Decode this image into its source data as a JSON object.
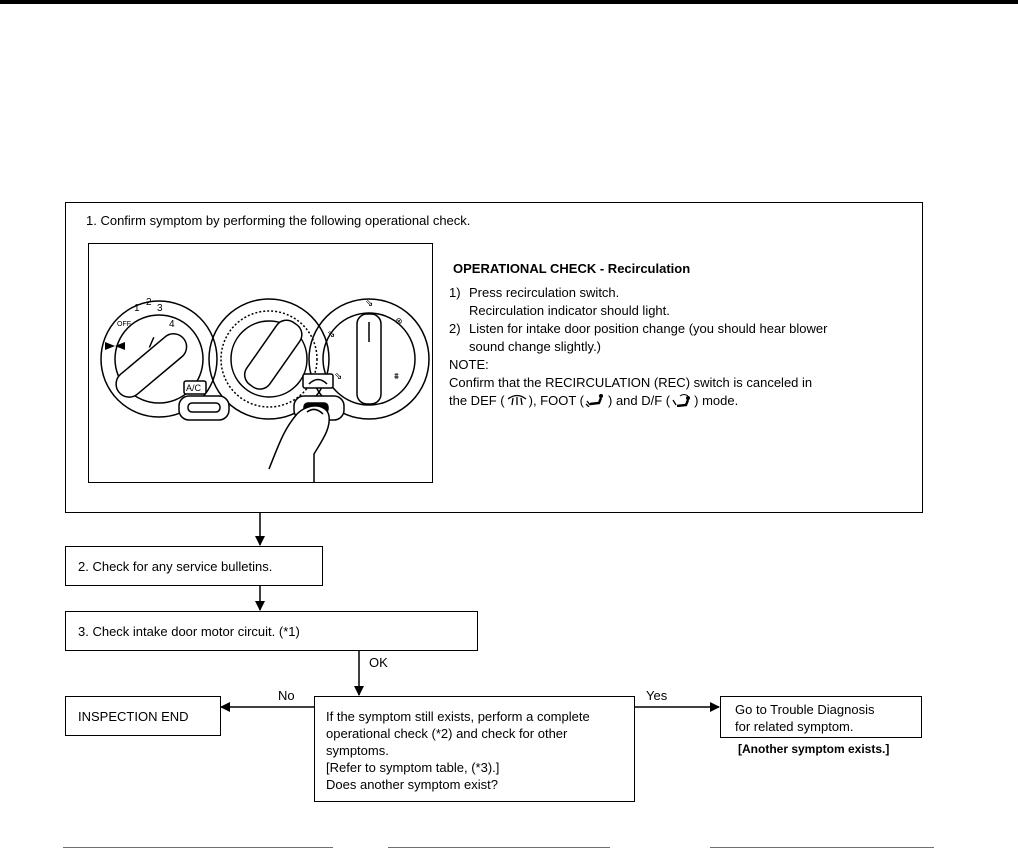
{
  "step1": {
    "title": "1. Confirm symptom by performing the following operational check.",
    "check_heading": "OPERATIONAL CHECK - Recirculation",
    "items": [
      {
        "num": "1)",
        "line1": "Press recirculation switch.",
        "line2": "Recirculation indicator should light."
      },
      {
        "num": "2)",
        "line1": "Listen for intake door position change (you should hear blower",
        "line2": "sound change slightly.)"
      }
    ],
    "note_label": "NOTE:",
    "note_line1": "Confirm that the RECIRCULATION (REC) switch is canceled in",
    "note_pre_def": "the DEF (",
    "note_pre_foot": "), FOOT (",
    "note_pre_df": ") and D/F (",
    "note_post": ") mode.",
    "panel": {
      "fan_scale": [
        "OFF",
        "1",
        "2",
        "3",
        "4"
      ],
      "ac_label": "A/C"
    }
  },
  "step2": "2.   Check for any service bulletins.",
  "step3": "3.    Check intake door motor circuit. (*1)",
  "ok_label": "OK",
  "no_label": "No",
  "yes_label": "Yes",
  "end_box": "INSPECTION END",
  "decision": [
    "If the symptom still exists, perform a complete",
    "operational check (*2) and check for other",
    "symptoms.",
    "[Refer to symptom table, (*3).]",
    "Does another symptom exist?"
  ],
  "goto_box": [
    "Go to Trouble Diagnosis",
    "for related symptom."
  ],
  "another_note": "[Another symptom exists.]",
  "footer_line_color": "#16a832"
}
